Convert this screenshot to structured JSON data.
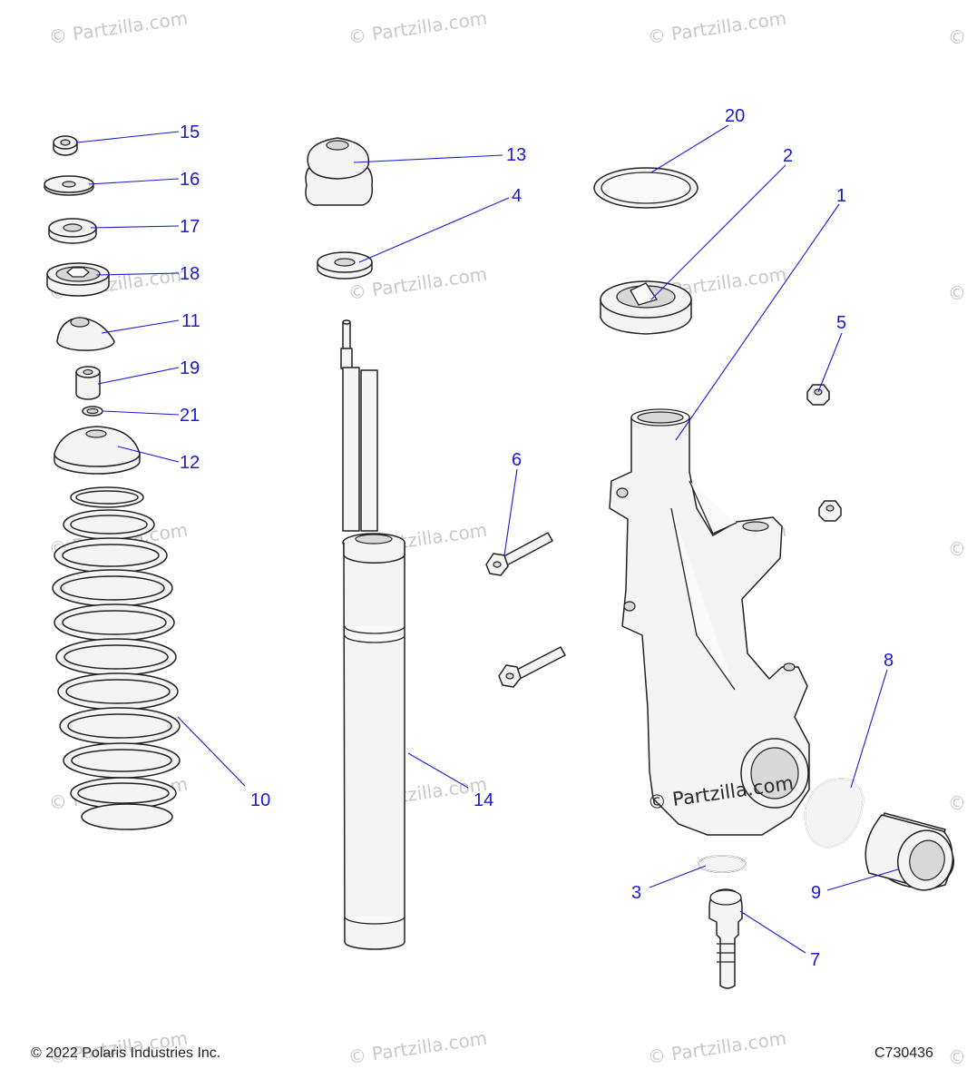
{
  "watermark": {
    "text": "© Partzilla.com",
    "edge_mark": "©"
  },
  "callouts": {
    "c1": "1",
    "c2": "2",
    "c3": "3",
    "c4": "4",
    "c5": "5",
    "c6": "6",
    "c7": "7",
    "c8": "8",
    "c9": "9",
    "c10": "10",
    "c11": "11",
    "c12": "12",
    "c13": "13",
    "c14": "14",
    "c15": "15",
    "c16": "16",
    "c17": "17",
    "c18": "18",
    "c19": "19",
    "c20": "20",
    "c21": "21"
  },
  "footer": {
    "copyright": "© 2022 Polaris Industries Inc.",
    "diagram_code": "C730436"
  },
  "colors": {
    "callout": "#1a1ad6",
    "outline": "#222222",
    "watermark": "#c9c9c9"
  }
}
